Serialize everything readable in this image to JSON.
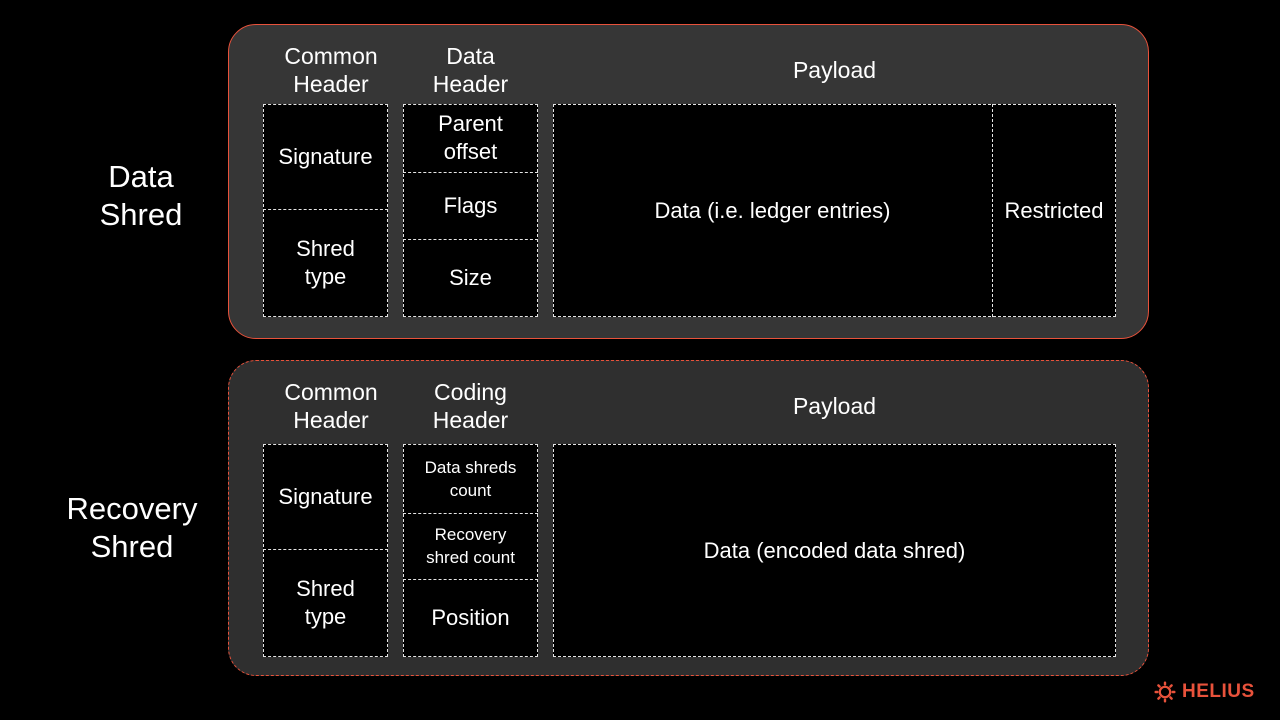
{
  "data_shred": {
    "label_line1": "Data",
    "label_line2": "Shred",
    "common_header_l1": "Common",
    "common_header_l2": "Header",
    "data_header_l1": "Data",
    "data_header_l2": "Header",
    "payload": "Payload",
    "signature": "Signature",
    "shred_type_l1": "Shred",
    "shred_type_l2": "type",
    "parent_offset_l1": "Parent",
    "parent_offset_l2": "offset",
    "flags": "Flags",
    "size": "Size",
    "data": "Data (i.e. ledger entries)",
    "restricted": "Restricted"
  },
  "recovery_shred": {
    "label_line1": "Recovery",
    "label_line2": "Shred",
    "common_header_l1": "Common",
    "common_header_l2": "Header",
    "coding_header_l1": "Coding",
    "coding_header_l2": "Header",
    "payload": "Payload",
    "signature": "Signature",
    "shred_type_l1": "Shred",
    "shred_type_l2": "type",
    "data_shreds_count_l1": "Data shreds",
    "data_shreds_count_l2": "count",
    "recovery_shred_count_l1": "Recovery",
    "recovery_shred_count_l2": "shred count",
    "position": "Position",
    "data": "Data (encoded data shred)"
  },
  "logo": {
    "text": "HELIUS",
    "icon": "helius-sun-icon",
    "color": "#e8523b"
  },
  "colors": {
    "accent": "#e8523b",
    "background": "#000000",
    "panel_solid": "#363636",
    "panel_dashed": "#2f2f2f",
    "dashed_line": "#e6e6e6"
  }
}
